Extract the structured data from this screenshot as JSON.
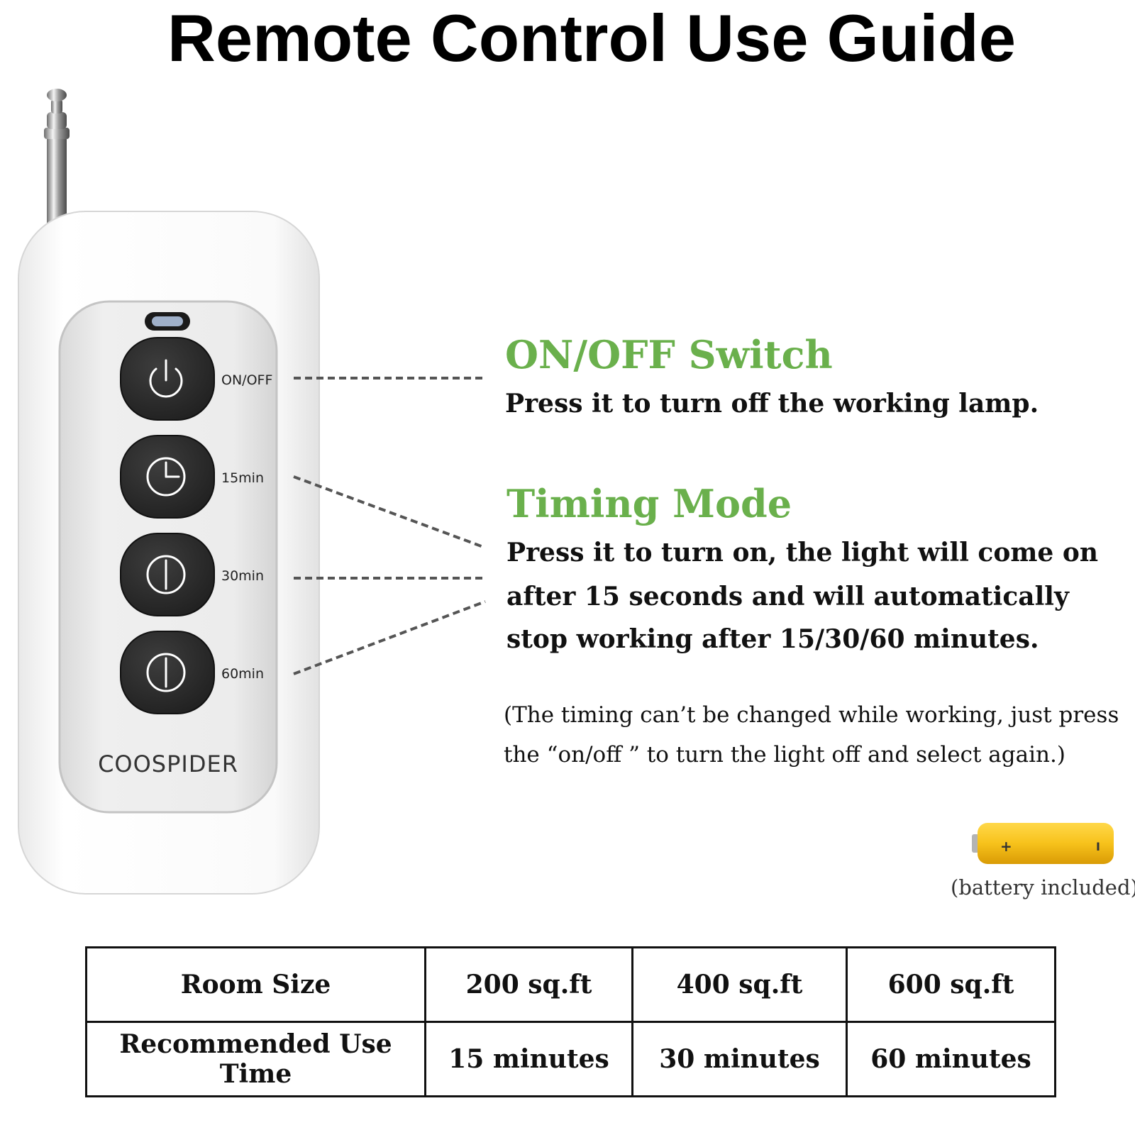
{
  "title": "Remote Control Use Guide",
  "remote": {
    "brand": "COOSPIDER",
    "buttons": [
      {
        "label": "ON/OFF",
        "icon": "power-icon"
      },
      {
        "label": "15min",
        "icon": "clock-15-icon"
      },
      {
        "label": "30min",
        "icon": "clock-30-icon"
      },
      {
        "label": "60min",
        "icon": "clock-60-icon"
      }
    ]
  },
  "sections": {
    "onoff": {
      "heading": "ON/OFF Switch",
      "lines": [
        "Press it to turn off the working lamp."
      ]
    },
    "timing": {
      "heading": "Timing Mode",
      "lines": [
        "Press it to turn on, the light will come on",
        "after 15 seconds and will automatically",
        "stop working after 15/30/60 minutes."
      ],
      "note": [
        "(The timing can’t be changed while working, just press",
        "the “on/off ” to turn the light off and select again.)"
      ]
    }
  },
  "battery": {
    "caption": "(battery included)",
    "plus_mark": "+",
    "minus_mark": "I"
  },
  "table": {
    "rows": [
      [
        "Room Size",
        "200 sq.ft",
        "400 sq.ft",
        "600 sq.ft"
      ],
      [
        "Recommended Use Time",
        "15 minutes",
        "30 minutes",
        "60 minutes"
      ]
    ]
  },
  "colors": {
    "heading_green": "#6ab04c",
    "button_black": "#2b2b2b",
    "remote_white": "#f7f7f7",
    "panel_gray": "#e6e6e6",
    "battery_yellow": "#f7c21b"
  }
}
